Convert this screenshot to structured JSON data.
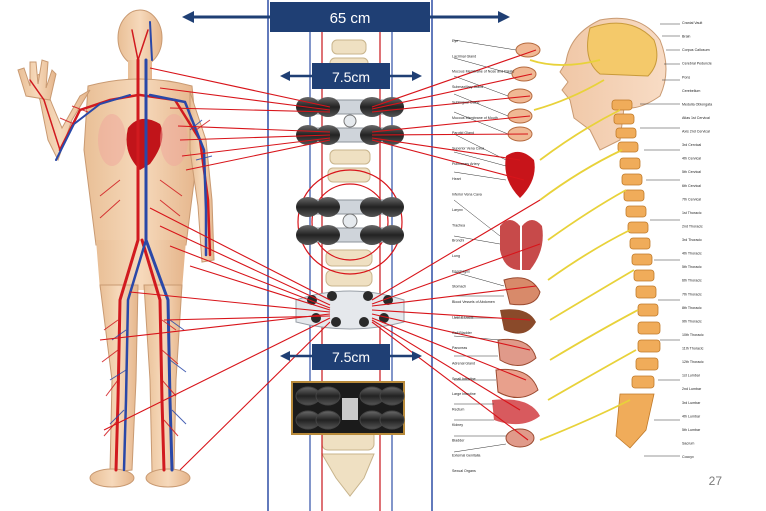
{
  "dimensions": {
    "total_width": "65 cm",
    "upper_pad_width": "7.5cm",
    "lower_pad_width": "7.5cm"
  },
  "colors": {
    "dimension_banner": "#1f3f74",
    "connector_lines": "#d8141a",
    "guide_lines_blue": "#2f4fa6",
    "guide_lines_red": "#c8141a",
    "nerve_yellow": "#e8d23a",
    "skin": "#efc9a4"
  },
  "nervous_system_labels_left": [
    "Eye",
    "Lacrimal Gland",
    "Mucous Membrane of Nose and Palate",
    "Submaxillary Gland",
    "Sublingual Gland",
    "Mucous Membrane of Mouth",
    "Parotid Gland",
    "Superior Vena Cava",
    "Pulmonary Artery",
    "Heart",
    "Inferior Vena Cava",
    "Larynx",
    "Trachea",
    "Bronchi",
    "Lung",
    "Esophagus",
    "Stomach",
    "Blood Vessels of Abdomen",
    "Liver & Ducts",
    "Gall Bladder",
    "Pancreas",
    "Adrenal Gland",
    "Small Intestine",
    "Large Intestine",
    "Rectum",
    "Kidney",
    "Bladder",
    "External Genitalia",
    "Sexual Organs"
  ],
  "nervous_system_labels_right": [
    "Cranial Vault",
    "Brain",
    "Corpus Callosum",
    "Cerebral Peduncle",
    "Pons",
    "Cerebellum",
    "Medulla Oblongata",
    "Atlas 1st Cervical",
    "Axis 2nd Cervical",
    "3rd Cervical",
    "4th Cervical",
    "5th Cervical",
    "6th Cervical",
    "7th Cervical",
    "1st Thoracic",
    "2nd Thoracic",
    "3rd Thoracic",
    "4th Thoracic",
    "5th Thoracic",
    "6th Thoracic",
    "7th Thoracic",
    "8th Thoracic",
    "9th Thoracic",
    "10th Thoracic",
    "11th Thoracic",
    "12th Thoracic",
    "1st Lumbar",
    "2nd Lumbar",
    "3rd Lumbar",
    "4th Lumbar",
    "5th Lumbar",
    "Sacrum",
    "Coccyx"
  ],
  "page_number": "27"
}
